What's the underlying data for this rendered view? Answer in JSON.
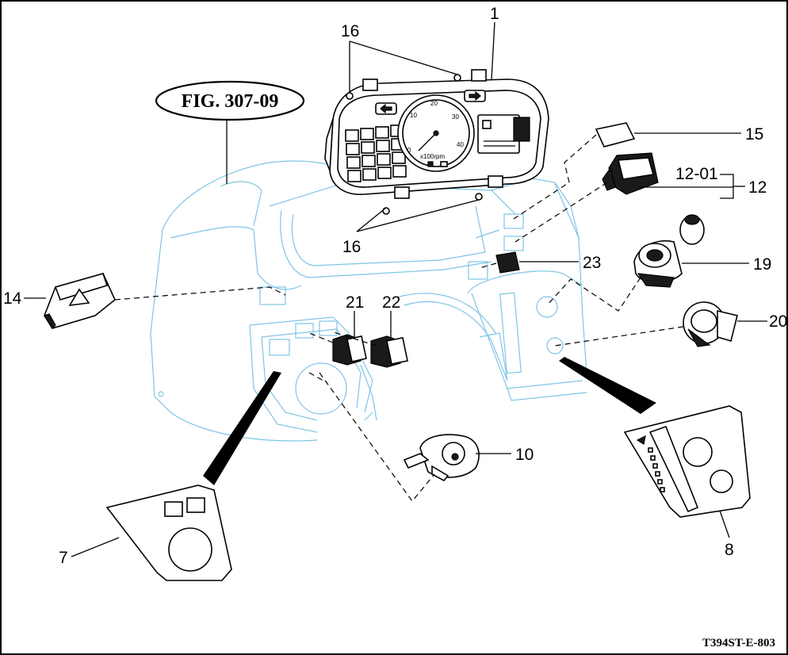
{
  "figure": {
    "title": "FIG. 307-09",
    "drawing_code": "T394ST-E-803"
  },
  "callouts": {
    "c1": "1",
    "c7": "7",
    "c8": "8",
    "c10": "10",
    "c12": "12",
    "c12_01": "12-01",
    "c14": "14",
    "c15": "15",
    "c16_top": "16",
    "c16_bottom": "16",
    "c19": "19",
    "c20": "20",
    "c21": "21",
    "c22": "22",
    "c23": "23"
  },
  "instrument_cluster": {
    "rpm_unit": "x100rpm",
    "tachometer_ticks": [
      "0",
      "10",
      "20",
      "30",
      "40"
    ]
  },
  "colors": {
    "body_outline": "#7fc4e6",
    "part_line": "#000000"
  }
}
